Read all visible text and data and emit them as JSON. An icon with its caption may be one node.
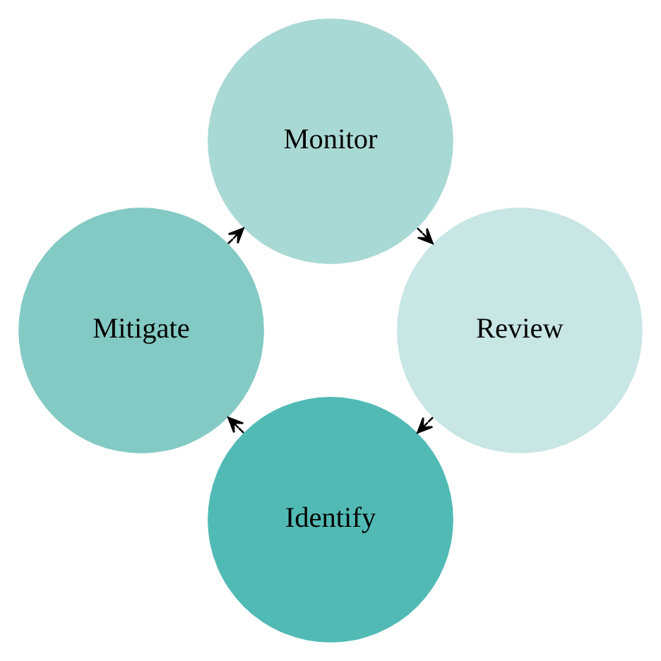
{
  "diagram": {
    "nodes": [
      {
        "text": [
          "Identify"
        ]
      },
      {
        "text": [
          "Mitigate"
        ]
      },
      {
        "text": [
          "Monitor"
        ]
      },
      {
        "text": [
          "Review"
        ]
      }
    ],
    "edges": [
      {
        "from": 0,
        "to": 1,
        "arrow": "to"
      },
      {
        "from": 1,
        "to": 2,
        "arrow": "to"
      },
      {
        "from": 2,
        "to": 3,
        "arrow": "to"
      },
      {
        "from": 3,
        "to": 0,
        "arrow": "to"
      }
    ]
  }
}
